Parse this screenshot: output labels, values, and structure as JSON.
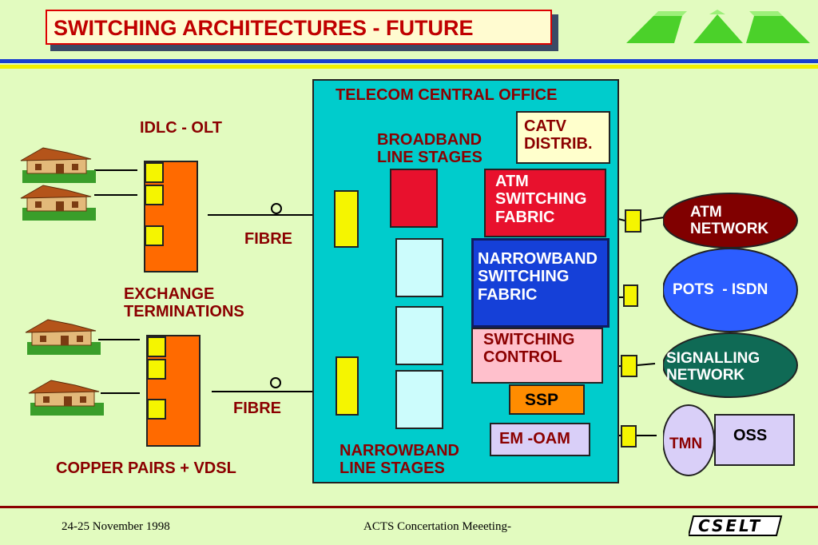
{
  "header": {
    "title": "SWITCHING ARCHITECTURES - FUTURE"
  },
  "co": {
    "title": "TELECOM CENTRAL OFFICE",
    "broadband_line_stages": "BROADBAND\nLINE STAGES",
    "narrowband_line_stages": "NARROWBAND\nLINE STAGES",
    "catv": "CATV\nDISTRIB.",
    "atm_fabric": "ATM\nSWITCHING\nFABRIC",
    "nb_fabric": "NARROWBAND\nSWITCHING\nFABRIC",
    "switching_control": "SWITCHING\nCONTROL",
    "ssp": "SSP",
    "em_oam": "EM -OAM"
  },
  "access": {
    "idlc_olt": "IDLC - OLT",
    "fibre_top": "FIBRE",
    "fibre_bottom": "FIBRE",
    "exchange_terminations": "EXCHANGE\nTERMINATIONS",
    "copper_pairs": "COPPER PAIRS + VDSL"
  },
  "networks": {
    "atm_network": "ATM\nNETWORK",
    "pots_isdn": "POTS  - ISDN",
    "signalling": "SIGNALLING\nNETWORK",
    "tmn": "TMN",
    "oss": "OSS"
  },
  "footer": {
    "date": "24-25 November 1998",
    "meeting": "ACTS Concertation Meeeting-",
    "logo": "CSELT"
  },
  "colors": {
    "background": "#e2fbbf",
    "co_fill": "#00cccc",
    "label_red": "#8b0000",
    "atm_fabric": "#e8112d",
    "nb_fabric": "#1540d8",
    "exchange_orange": "#ff6a00",
    "interface_yellow": "#f5f500"
  }
}
